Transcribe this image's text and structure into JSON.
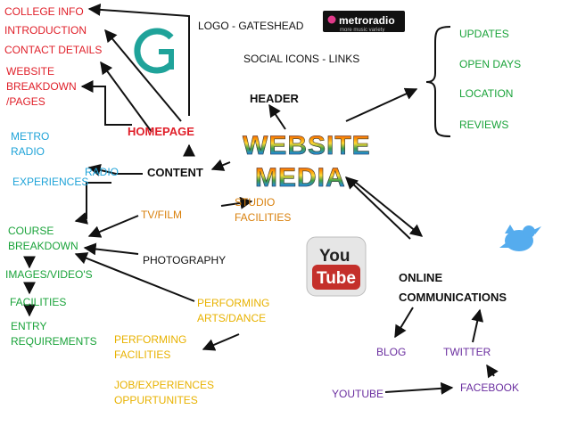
{
  "title": {
    "line1": "WEBSITE",
    "line2": "MEDIA"
  },
  "header": {
    "label": "HEADER",
    "logo": "LOGO - GATESHEAD",
    "social": "SOCIAL ICONS - LINKS"
  },
  "metroradio_logo": {
    "name": "metroradio",
    "tagline": "more music variety"
  },
  "homepage": {
    "label": "HOMEPAGE",
    "items": [
      "COLLEGE INFO",
      "INTRODUCTION",
      "CONTACT DETAILS",
      "WEBSITE\nBREAKDOWN\n/PAGES"
    ]
  },
  "content": {
    "label": "CONTENT",
    "radio": "RADIO",
    "metro_radio": "METRO\nRADIO",
    "experiences": "EXPERIENCES",
    "tvfilm": "TV/FILM",
    "studio": "STUDIO\nFACILITIES",
    "photography": "PHOTOGRAPHY",
    "performing_arts": "PERFORMING\nARTS/DANCE",
    "performing_facilities": "PERFORMING\nFACILITIES",
    "job": "JOB/EXPERIENCES\nOPPURTUNITES"
  },
  "course": {
    "label": "COURSE\nBREAKDOWN",
    "items": [
      "IMAGES/VIDEO'S",
      "FACILITIES",
      "ENTRY\nREQUIREMENTS"
    ]
  },
  "updates": [
    "UPDATES",
    "OPEN DAYS",
    "LOCATION",
    "REVIEWS"
  ],
  "online": {
    "label": "ONLINE\nCOMMUNICATIONS",
    "blog": "BLOG",
    "twitter": "TWITTER",
    "youtube": "YOUTUBE",
    "facebook": "FACEBOOK"
  },
  "youtube_logo": {
    "line1": "You",
    "line2": "Tube"
  },
  "colors": {
    "red": "#e0202a",
    "blue": "#1fa3d8",
    "green": "#1aa33a",
    "orange": "#d9800c",
    "yellow": "#e8b200",
    "purple": "#6b2fa0",
    "teal": "#1fa39a",
    "twitter": "#55acee"
  }
}
